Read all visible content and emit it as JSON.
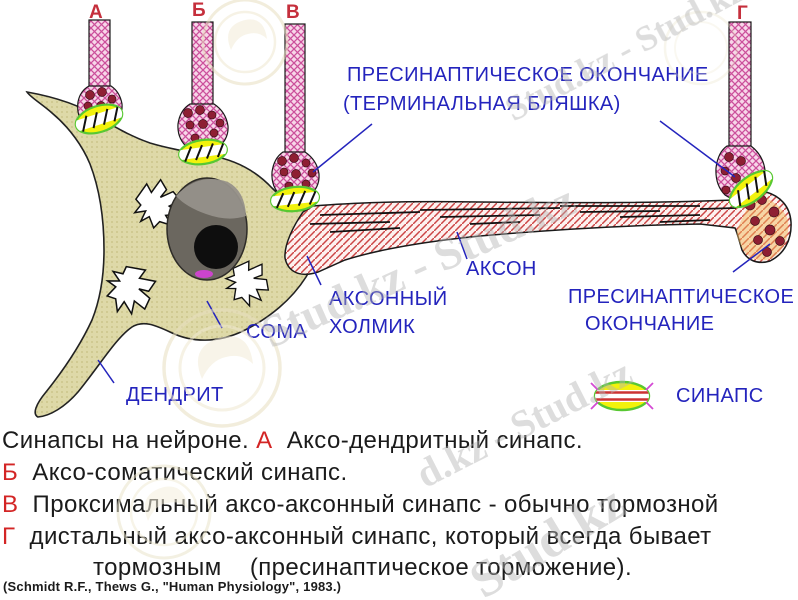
{
  "figure": {
    "terminal_markers": {
      "a": "А",
      "b": "Б",
      "v": "В",
      "g": "Г"
    },
    "labels": {
      "presynaptic_terminal": {
        "line1": "ПРЕСИНАПТИЧЕСКОЕ ОКОНЧАНИЕ",
        "line2": "(ТЕРМИНАЛЬНАЯ БЛЯШКА)"
      },
      "axon": "АКСОН",
      "axon_hillock": {
        "line1": "АКСОННЫЙ",
        "line2": "ХОЛМИК"
      },
      "soma": "СОМА",
      "dendrite": "ДЕНДРИТ",
      "presynaptic_ending": {
        "line1": "ПРЕСИНАПТИЧЕСКОЕ",
        "line2": "ОКОНЧАНИЕ"
      },
      "synapse_legend": "СИНАПС"
    }
  },
  "caption": {
    "line1": {
      "pre": "Синапсы на нейроне. ",
      "marker": "А",
      "text": "  Аксо-дендритный синапс."
    },
    "line2": {
      "marker": "Б",
      "text": "  Аксо-соматический синапс."
    },
    "line3": {
      "marker": "В",
      "text": "  Проксимальный аксо-аксонный синапс - обычно тормозной"
    },
    "line4": {
      "marker": "Г",
      "text": "  дистальный аксо-аксонный синапс, который всегда бывает"
    },
    "line5": {
      "text": "тормозным    (пресинаптическое торможение)."
    },
    "citation": "(Schmidt R.F., Thews G., \"Human Physiology\", 1983.)"
  },
  "watermark": {
    "stamps": [
      {
        "text": "Stud.kz - Stud.kz"
      },
      {
        "text": "Stud.kz - Stud.kz"
      },
      {
        "text": "d.kz - Stud.kz"
      },
      {
        "text": "Stud.kz"
      }
    ]
  },
  "colors": {
    "label_blue": "#2424bd",
    "marker_red": "#c52f3c",
    "caption_black": "#1b1b1b",
    "soma_fill": "#ded9a8",
    "terminal_pink": "#f7d6e8",
    "terminal_hatch_magenta": "#cc4f9b",
    "axon_hatch_red": "#cc4545",
    "synapse_yellow": "#f2f20c",
    "synapse_green": "#58c832",
    "vesicle_dark_red": "#8e1f33",
    "nucleus_gray": "#6b675f",
    "flare_orange": "#f2b95c",
    "watermark_gray": "#b3b3b3"
  }
}
